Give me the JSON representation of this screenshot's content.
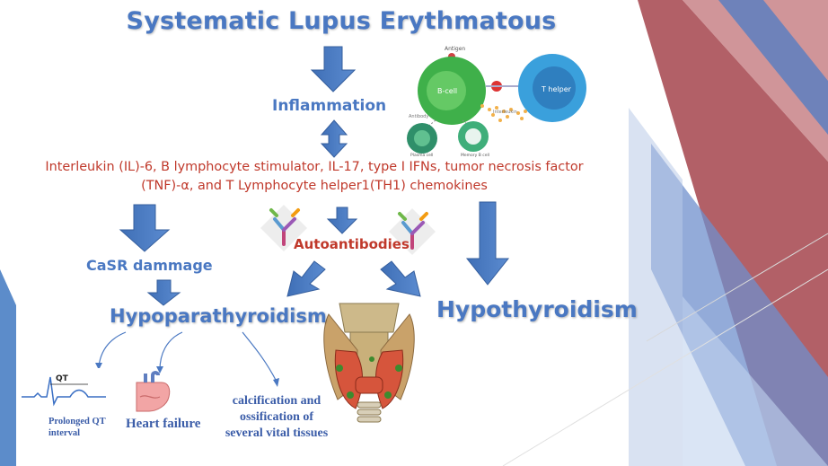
{
  "title": "Systematic Lupus Erythmatous",
  "inflammation": "Inflammation",
  "cytokines": "Interleukin (IL)-6, B lymphocyte stimulator, IL-17, type I IFNs, tumor necrosis factor (TNF)-α, and T Lymphocyte helper1(TH1) chemokines",
  "autoantibodies": "Autoantibodies",
  "casr": "CaSR dammage",
  "hypoparathyroidism": "Hypoparathyroidism",
  "hypothyroidism": "Hypothyroidism",
  "outcomes": {
    "qt": "Prolonged QT interval",
    "heart_failure": "Heart failure",
    "calcification": "calcification and ossification of several vital tissues"
  },
  "ecg_tag": "QT",
  "cell_diagram": {
    "antigen": "Antigen",
    "b_cell": "B-cell",
    "t_helper": "T helper",
    "interleukin": "Interleukin",
    "antibody": "Antibody",
    "plasma_cell": "Plasma cell",
    "memory_cell": "Memory B cell"
  },
  "colors": {
    "accent_blue": "#4a78c2",
    "arrow_blue": "#4a7fc4",
    "text_red": "#c0392b",
    "stripe_red": "#a64b52",
    "stripe_blue": "#5a7fc0"
  }
}
